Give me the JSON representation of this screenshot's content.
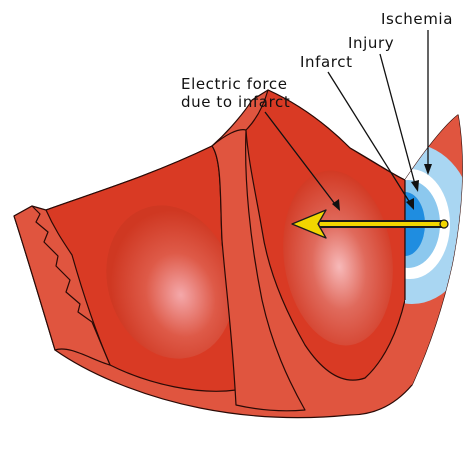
{
  "labels": {
    "ischemia": "Ischemia",
    "injury": "Injury",
    "infarct": "Infarct",
    "electric_force_line1": "Electric force",
    "electric_force_line2": "due to infarct"
  },
  "colors": {
    "muscle_dark": "#cc2a16",
    "muscle_light": "#e0553f",
    "cavity_highlight": "#f2a0a0",
    "ischemia_zone": "#a9d6f2",
    "injury_ring": "#ffffff",
    "infarct_zone": "#1f8de0",
    "vector": "#f2d600"
  }
}
